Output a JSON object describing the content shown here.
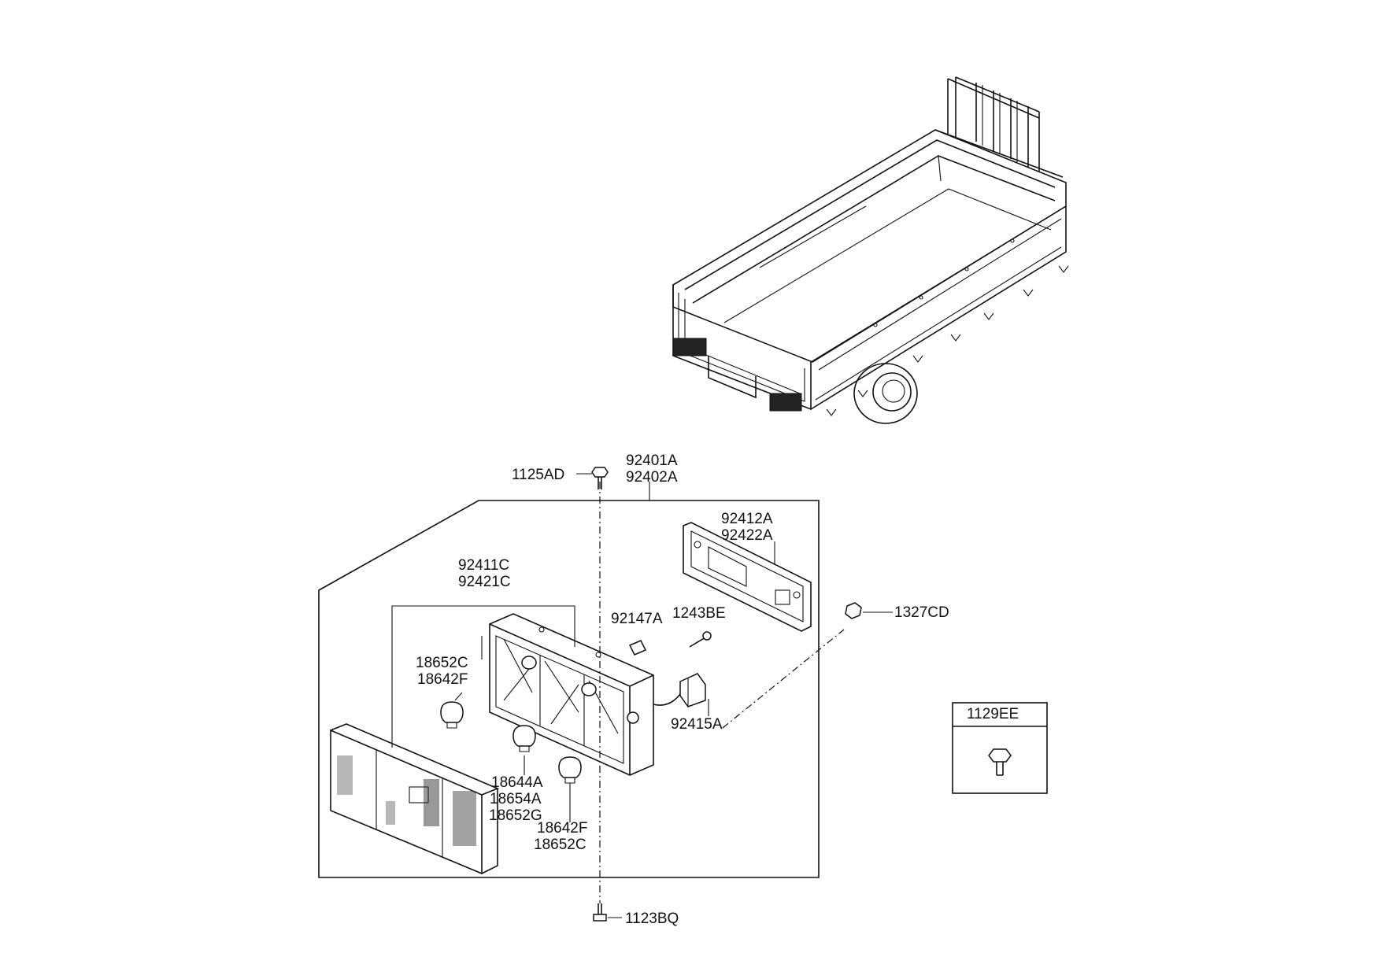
{
  "parts": {
    "p_1125AD": "1125AD",
    "p_92401A": "92401A",
    "p_92402A": "92402A",
    "p_92412A": "92412A",
    "p_92422A": "92422A",
    "p_92411C": "92411C",
    "p_92421C": "92421C",
    "p_92147A": "92147A",
    "p_1243BE": "1243BE",
    "p_1327CD": "1327CD",
    "p_18652C_a": "18652C",
    "p_18642F_a": "18642F",
    "p_92415A": "92415A",
    "p_18644A": "18644A",
    "p_18654A": "18654A",
    "p_18652G": "18652G",
    "p_18642F_b": "18642F",
    "p_18652C_b": "18652C",
    "p_1123BQ": "1123BQ",
    "p_1129EE": "1129EE"
  }
}
